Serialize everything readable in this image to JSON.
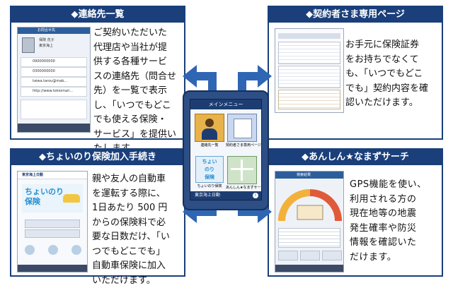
{
  "panels": {
    "contacts": {
      "title": "◆連絡先一覧",
      "desc_lines": [
        "ご契約いただいた",
        "代理店や当社が提",
        "供する各種サービ",
        "スの連絡先（問合せ",
        "先）を一覧で表示",
        "し、「いつでもどこ",
        "でも使える保険・",
        "サービス」を提供い",
        "たします。"
      ],
      "shot": {
        "header": "お問合せ先",
        "name_line1": "保険 花子",
        "name_line2": "東京海上",
        "rows": [
          "0900000000",
          "0300000000",
          "taiwa.tarou@mab...",
          "http://www.tokiomari..."
        ]
      }
    },
    "contractor": {
      "title": "◆契約者さま専用ページ",
      "desc_lines": [
        "お手元に保険証券",
        "をお持ちでなくて",
        "も、「いつでもどこ",
        "でも」契約内容を確",
        "認いただけます。"
      ]
    },
    "choinori": {
      "title": "◆ちょいのり保険加入手続き",
      "desc_lines": [
        "親や友人の自動車",
        "を運転する際に、",
        "1日あたり 500 円",
        "からの保険料で必",
        "要な日数だけ、「い",
        "つでもどこでも」",
        "自動車保険に加入",
        "いただけます。"
      ],
      "shot": {
        "header": "東京海上日動",
        "logo_line1": "ちょいのり",
        "logo_line2": "保険"
      }
    },
    "anshin": {
      "title": "◆あんしん★なまずサーチ",
      "desc_lines": [
        "GPS機能を使い、",
        "利用される方の",
        "現在地等の地震",
        "発生確率や防災",
        "情報を確認いた",
        "だけます。"
      ],
      "shot": {
        "header": "検索結果"
      }
    }
  },
  "phone": {
    "title": "メインメニュー",
    "tiles": [
      "連絡先一覧",
      "契約者さま専用ページ",
      "ちょいのり保険",
      "あんしん★なまずサーチ"
    ],
    "tile_logo": [
      "ちょい",
      "のり",
      "保険"
    ],
    "footer": "東京海上日動"
  },
  "colors": {
    "navy": "#1a3f7a",
    "arrow": "#2f66b4",
    "phone": "#2d4f86"
  }
}
